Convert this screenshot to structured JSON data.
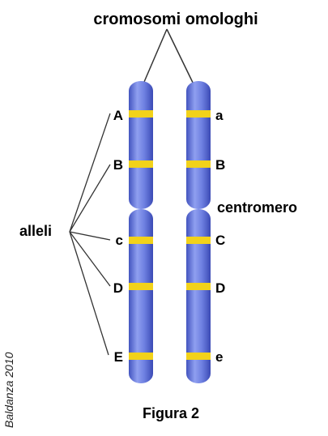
{
  "diagram": {
    "title": "cromosomi omologhi",
    "caption": "Figura 2",
    "credit": "Baldanza 2010",
    "alleli_label": "alleli",
    "centromero_label": "centromero",
    "left_chromosome": {
      "alleles": [
        "A",
        "B",
        "c",
        "D",
        "E"
      ]
    },
    "right_chromosome": {
      "alleles": [
        "a",
        "B",
        "C",
        "D",
        "e"
      ]
    },
    "colors": {
      "chromosome": "#5b6fd6",
      "chromosome_highlight": "#9aa8f0",
      "band": "#f2d21a",
      "text": "#000000",
      "lines": "#333333"
    }
  }
}
